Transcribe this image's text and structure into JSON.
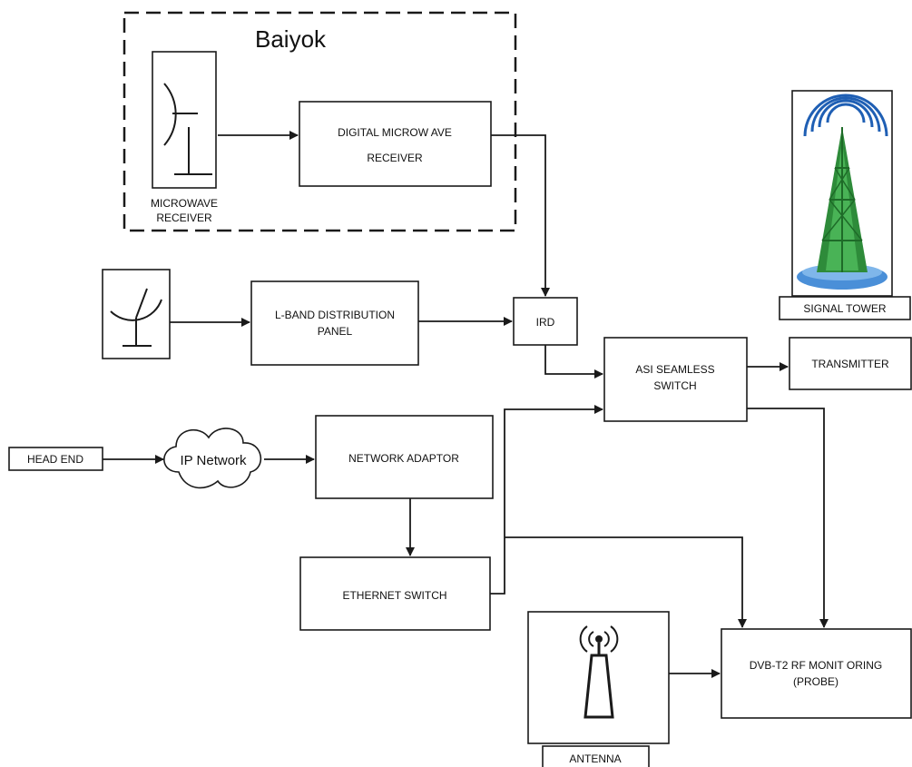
{
  "group": {
    "title": "Baiyok"
  },
  "nodes": {
    "microwave_receiver": {
      "line1": "MICROWAVE",
      "line2": "RECEIVER"
    },
    "digital_microwave_receiver": {
      "line1": "DIGITAL MICROW AVE",
      "line2": "RECEIVER"
    },
    "l_band_panel": {
      "line1": "L-BAND DISTRIBUTION",
      "line2": "PANEL"
    },
    "ird": {
      "label": "IRD"
    },
    "asi_switch": {
      "line1": "ASI SEAMLESS",
      "line2": "SWITCH"
    },
    "transmitter": {
      "label": "TRANSMITTER"
    },
    "signal_tower": {
      "label": "SIGNAL TOWER"
    },
    "head_end": {
      "label": "HEAD END"
    },
    "ip_network": {
      "label": "IP Network"
    },
    "network_adaptor": {
      "label": "NETWORK ADAPTOR"
    },
    "ethernet_switch": {
      "label": "ETHERNET SWITCH"
    },
    "dvb_probe": {
      "line1": "DVB-T2 RF MONIT ORING",
      "line2": "(PROBE)"
    },
    "antenna": {
      "label": "ANTENNA"
    }
  },
  "colors": {
    "line": "#1a1a1a",
    "tower_green": "#2e8b3a",
    "tower_signal": "#1f5fb4",
    "tower_base": "#4a8fd8"
  }
}
